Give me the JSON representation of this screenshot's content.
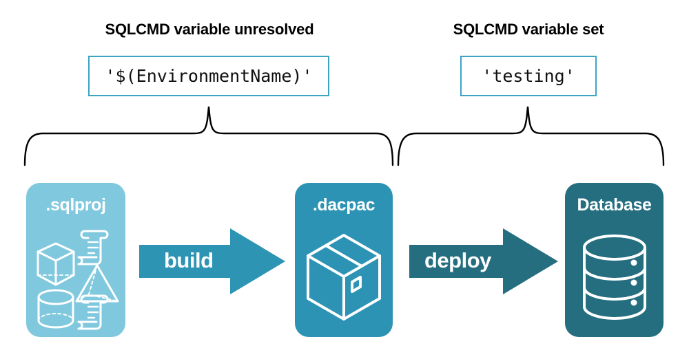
{
  "diagram": {
    "background": "#ffffff",
    "headings": [
      {
        "id": "left",
        "text": "SQLCMD variable unresolved"
      },
      {
        "id": "right",
        "text": "SQLCMD variable set"
      }
    ],
    "code_boxes": [
      {
        "id": "left",
        "value": "'$(EnvironmentName)'",
        "border_color": "#3BA3C4"
      },
      {
        "id": "right",
        "value": "'testing'",
        "border_color": "#3BA3C4"
      }
    ],
    "braces": [
      {
        "id": "left",
        "spans": "sqlproj-to-dacpac",
        "color": "#000000"
      },
      {
        "id": "right",
        "spans": "dacpac-to-database",
        "color": "#000000"
      }
    ],
    "cards": [
      {
        "id": "sqlproj",
        "title": ".sqlproj",
        "color": "#7FC8DE",
        "icons": [
          "cube-icon",
          "pyramid-icon",
          "cylinder-icon",
          "script-scroll-icon",
          "script-scroll-icon"
        ]
      },
      {
        "id": "dacpac",
        "title": ".dacpac",
        "color": "#2C93B4",
        "icons": [
          "package-box-icon"
        ]
      },
      {
        "id": "database",
        "title": "Database",
        "color": "#256E80",
        "icons": [
          "database-cylinder-icon"
        ]
      }
    ],
    "arrows": [
      {
        "id": "build",
        "label": "build",
        "color": "#2E94B4",
        "direction": "right"
      },
      {
        "id": "deploy",
        "label": "deploy",
        "color": "#256E80",
        "direction": "right"
      }
    ]
  }
}
